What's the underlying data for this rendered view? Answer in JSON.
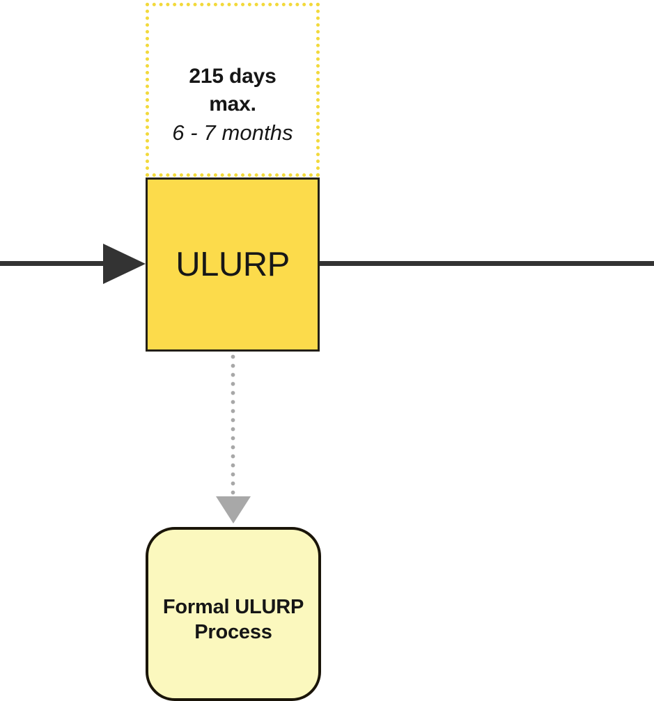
{
  "diagram": {
    "title": "ULURP timeline flow fragment",
    "colors": {
      "process_fill": "#FCDB4B",
      "subprocess_fill": "#FBF8BE",
      "annotation_border": "#F2D93B",
      "flow_line": "#333333",
      "dotted_connector": "#A8A8A8",
      "shape_outline": "#231F16",
      "text": "#161616"
    },
    "annotation": {
      "duration_label": "215 days max.",
      "duration_range": "6 - 7 months"
    },
    "process": {
      "label": "ULURP"
    },
    "subprocess": {
      "label": "Formal ULURP Process"
    },
    "connectors": {
      "inbound_flow": "solid-arrow-right",
      "outbound_flow": "solid-line-right",
      "drilldown": "dotted-arrow-down"
    }
  }
}
